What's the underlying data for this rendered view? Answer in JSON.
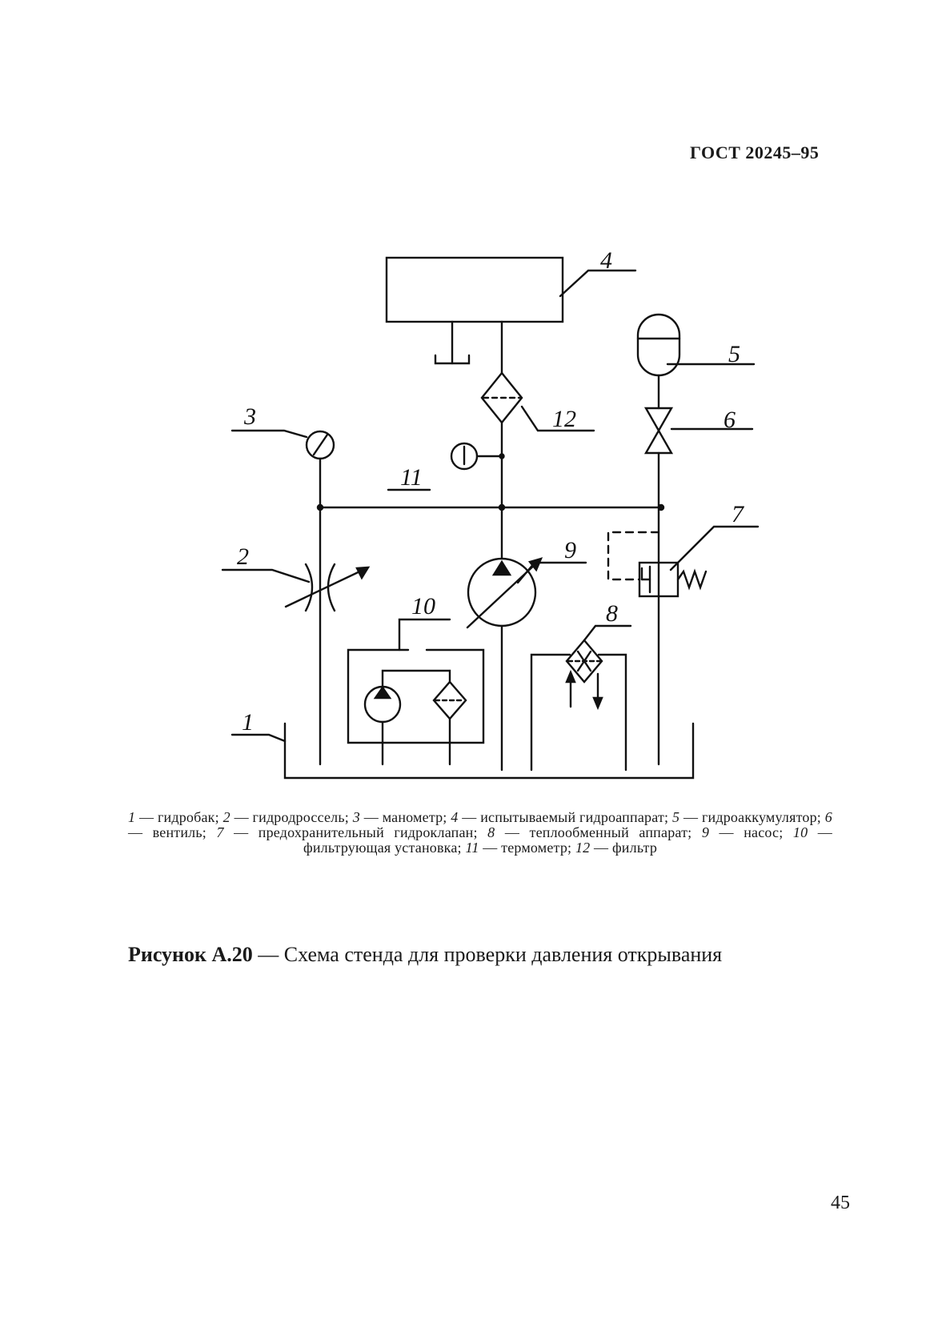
{
  "header": {
    "doc_id": "ГОСТ 20245–95"
  },
  "diagram": {
    "labels": [
      "1",
      "2",
      "3",
      "4",
      "5",
      "6",
      "7",
      "8",
      "9",
      "10",
      "11",
      "12"
    ],
    "components": [
      {
        "number": "1",
        "name": "гидробак"
      },
      {
        "number": "2",
        "name": "гидродроссель"
      },
      {
        "number": "3",
        "name": "манометр"
      },
      {
        "number": "4",
        "name": "испытываемый гидроаппарат"
      },
      {
        "number": "5",
        "name": "гидроаккумулятор"
      },
      {
        "number": "6",
        "name": "вентиль"
      },
      {
        "number": "7",
        "name": "предохранительный гидроклапан"
      },
      {
        "number": "8",
        "name": "теплообменный аппарат"
      },
      {
        "number": "9",
        "name": "насос"
      },
      {
        "number": "10",
        "name": "фильтрующая установка"
      },
      {
        "number": "11",
        "name": "термометр"
      },
      {
        "number": "12",
        "name": "фильтр"
      }
    ]
  },
  "legend": {
    "items": [
      {
        "num": "1",
        "text": " — гидробак; "
      },
      {
        "num": "2",
        "text": " — гидродроссель; "
      },
      {
        "num": "3",
        "text": " — манометр; "
      },
      {
        "num": "4",
        "text": " — испытываемый гидроаппарат; "
      },
      {
        "num": "5",
        "text": " — гидроаккумулятор; "
      },
      {
        "num": "6",
        "text": " — вентиль; "
      },
      {
        "num": "7",
        "text": " — предохранительный гидроклапан; "
      },
      {
        "num": "8",
        "text": " — теплообменный аппарат; "
      },
      {
        "num": "9",
        "text": " — насос; "
      },
      {
        "num": "10",
        "text": " — фильтрующая установка; "
      },
      {
        "num": "11",
        "text": " — термометр; "
      },
      {
        "num": "12",
        "text": " — фильтр"
      }
    ]
  },
  "caption": {
    "label": "Рисунок А.20",
    "title": " — Схема стенда для проверки давления открывания"
  },
  "page": {
    "number": "45"
  }
}
